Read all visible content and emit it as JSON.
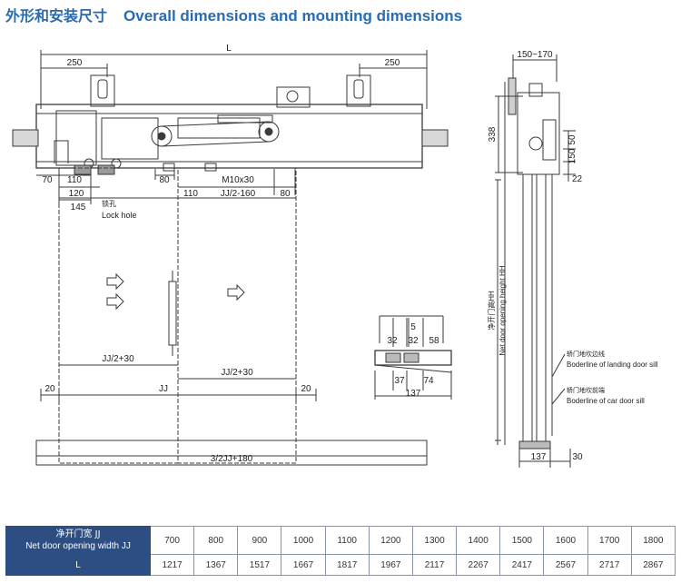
{
  "header": {
    "title_cn": "外形和安装尺寸",
    "title_en": "Overall dimensions and mounting dimensions"
  },
  "front_view": {
    "L": "L",
    "top_left_250": "250",
    "top_right_250": "250",
    "dim_70": "70",
    "dim_110_left": "110",
    "dim_120": "120",
    "dim_145": "145",
    "dim_80_a": "80",
    "dim_110_mid": "110",
    "dim_jj2_160": "JJ/2-160",
    "dim_80_b": "80",
    "m10": "M10x30",
    "lock_cn": "锁孔",
    "lock_en": "Lock hole",
    "jj2_30_left": "JJ/2+30",
    "jj2_30_right": "JJ/2+30",
    "dim_20_left": "20",
    "dim_jj": "JJ",
    "dim_20_right": "20",
    "bottom": "3/2JJ+180"
  },
  "section_view": {
    "d5": "5",
    "d32a": "32",
    "d32b": "32",
    "d58": "58",
    "d37": "37",
    "d74": "74",
    "d137": "137"
  },
  "side_view": {
    "d150_170": "150~170",
    "d338": "338",
    "d50": "50",
    "d150": "150",
    "d22": "22",
    "hh_cn": "净开门高HH",
    "hh_en": "Net door opening height HH",
    "landing_cn": "轿门地坎边线",
    "landing_en": "Boderline of landing door sill",
    "car_cn": "轿门地坎前端",
    "car_en": "Boderline of car door sill",
    "d137": "137",
    "d30": "30"
  },
  "table": {
    "header_cn": "净开门宽 JJ",
    "header_en": "Net door opening width JJ",
    "row2_label": "L",
    "jj": [
      "700",
      "800",
      "900",
      "1000",
      "1100",
      "1200",
      "1300",
      "1400",
      "1500",
      "1600",
      "1700",
      "1800"
    ],
    "l": [
      "1217",
      "1367",
      "1517",
      "1667",
      "1817",
      "1967",
      "2117",
      "2267",
      "2417",
      "2567",
      "2717",
      "2867"
    ]
  },
  "colors": {
    "title": "#2a6bb0",
    "table_header_bg": "#2d4e82",
    "line": "#3a3a3a"
  }
}
